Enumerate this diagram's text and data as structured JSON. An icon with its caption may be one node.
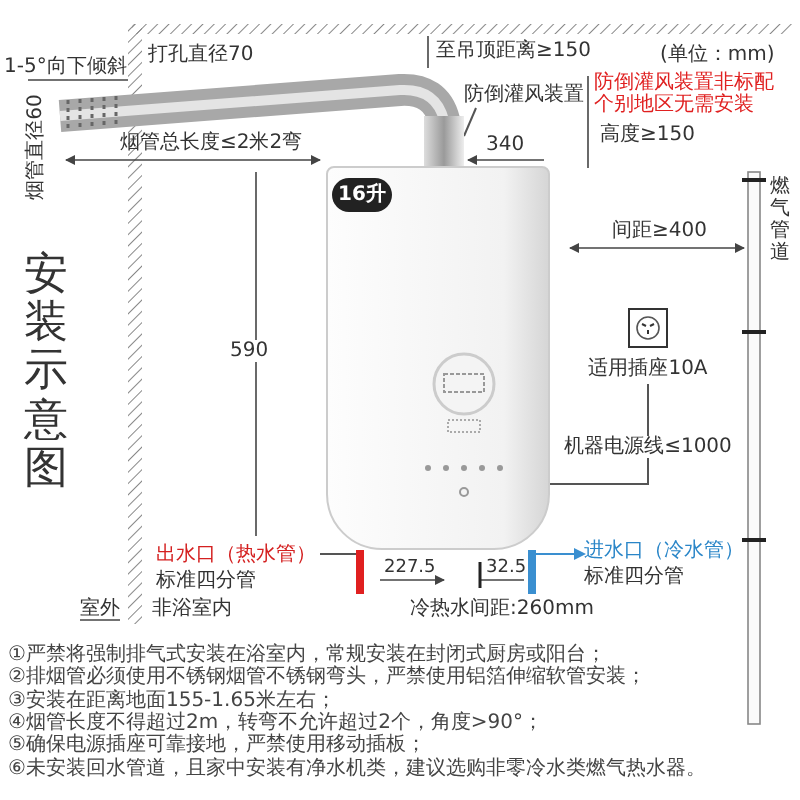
{
  "diagram": {
    "title": "安装示意图",
    "nodes": [
      {
        "text": [],
        "shape": "picture"
      },
      {
        "text": [],
        "shape": "picture"
      },
      {
        "text": [
          "防倒灌风装置"
        ]
      },
      {
        "text": [
          "适用插座10A"
        ]
      },
      {
        "text": [
          "出水口（热水管）",
          "标准四分管"
        ]
      },
      {
        "text": [
          "进水口（冷水管）",
          "标准四分管"
        ]
      },
      {
        "text": [],
        "shape": "bar"
      },
      {
        "text": [],
        "shape": "bar"
      }
    ],
    "edges": [
      {
        "from": 2,
        "to": 1,
        "arrow": "none"
      },
      {
        "from": 3,
        "to": 0,
        "arrow": "none",
        "label": "机器电源线≤1000"
      },
      {
        "from": 4,
        "to": 6,
        "arrow": "none"
      },
      {
        "from": 7,
        "to": 5,
        "arrow": "to",
        "color": "#3a8fd0"
      }
    ],
    "labels": [
      "1-5°向下倾斜",
      "打孔直径70",
      "烟管直径60",
      "烟管总长度≤2米2弯",
      "至吊顶距离≥150",
      "(单位：mm)",
      "防倒灌风装置非标配个别地区无需安装",
      "高度≥150",
      "340",
      "16升",
      "间距≥400",
      "燃气管道",
      "590",
      "227.5",
      "32.5",
      "室外",
      "非浴室内",
      "冷热水间距:260mm",
      "①严禁将强制排气式安装在浴室内，常规安装在封闭式厨房或阳台；",
      "②排烟管必须使用不锈钢烟管不锈钢弯头，严禁使用铝箔伸缩软管安装；",
      "③安装在距离地面155-1.65米左右；",
      "④烟管长度不得超过2m，转弯不允许超过2个，角度>90°；",
      "⑤确保电源插座可靠接地，严禁使用移动插板；",
      "⑥未安装回水管道，且家中安装有净水机类，建议选购非零冷水类燃气热水器。"
    ]
  }
}
